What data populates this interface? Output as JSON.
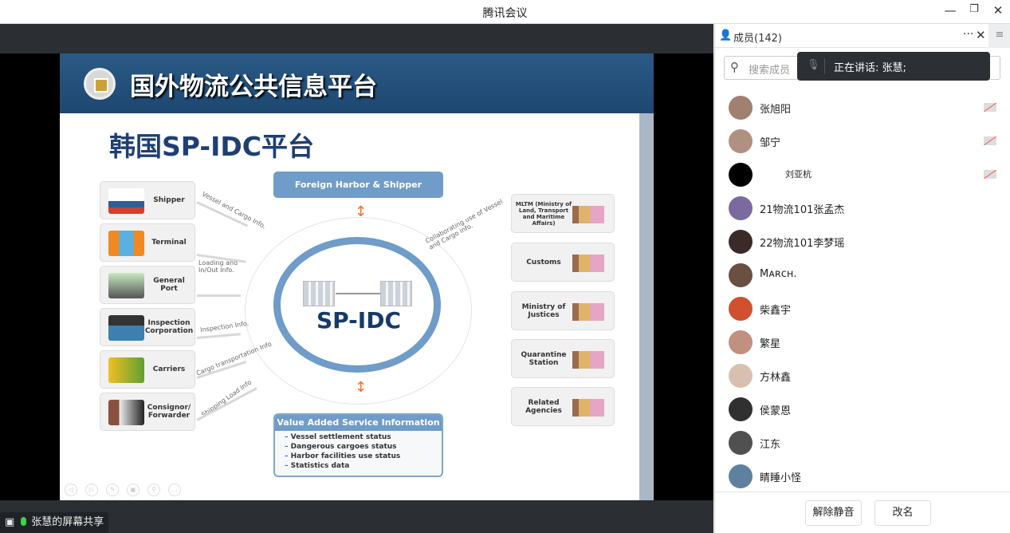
{
  "window": {
    "title": "腾讯会议",
    "minimize": "—",
    "restore": "❐",
    "close": "✕"
  },
  "slide": {
    "header": "国外物流公共信息平台",
    "subtitle": "韩国SP-IDC平台",
    "center": "SP-IDC",
    "top_box": "Foreign Harbor & Shipper",
    "left_items": [
      "Shipper",
      "Terminal",
      "General Port",
      "Inspection Corporation",
      "Carriers",
      "Consignor/ Forwarder"
    ],
    "left_labels": [
      "Vessel and Cargo Info.",
      "Loading and In/Out Info.",
      "Inspection Info.",
      "Cargo transportation Info",
      "Shipping Load Info"
    ],
    "right_items": [
      "MLTM (Ministry of Land, Transport and Maritime Affairs)",
      "Customs",
      "Ministry of Justices",
      "Quarantine Station",
      "Related Agencies"
    ],
    "right_label": "Collaborating use of Vessel and Cargo info.",
    "value_box": {
      "title": "Value Added Service Information",
      "items": [
        "Vessel settlement status",
        "Dangerous cargoes status",
        "Harbor facilities use status",
        "Statistics data"
      ]
    }
  },
  "share_label": "张慧的屏幕共享",
  "panel": {
    "title": "成员(142)",
    "more": "···",
    "close": "✕",
    "menu": "≡",
    "search_placeholder": "搜索成员",
    "toast": "正在讲话: 张慧;",
    "members": [
      {
        "name": "张旭阳",
        "cam_off": true,
        "color": "#a08070"
      },
      {
        "name": "邹宁",
        "cam_off": true,
        "color": "#b09080"
      },
      {
        "name": "刘亚杭",
        "cam_off": true,
        "color": "#000000"
      },
      {
        "name": "21物流101张孟杰",
        "cam_off": false,
        "color": "#7a6aa0"
      },
      {
        "name": "22物流101李梦瑶",
        "cam_off": false,
        "color": "#3a2a2a"
      },
      {
        "name": "Mᴀʀᴄʜ.",
        "cam_off": false,
        "color": "#6a5040"
      },
      {
        "name": "柴鑫宇",
        "cam_off": false,
        "color": "#d05030"
      },
      {
        "name": "繁星",
        "cam_off": false,
        "color": "#c09080"
      },
      {
        "name": "方林鑫",
        "cam_off": false,
        "color": "#d8c0b0"
      },
      {
        "name": "侯蒙恩",
        "cam_off": false,
        "color": "#303030"
      },
      {
        "name": "江东",
        "cam_off": false,
        "color": "#505050"
      },
      {
        "name": "睛睡小怪",
        "cam_off": false,
        "color": "#6080a0"
      }
    ],
    "unmute_button": "解除静音",
    "rename_button": "改名"
  }
}
